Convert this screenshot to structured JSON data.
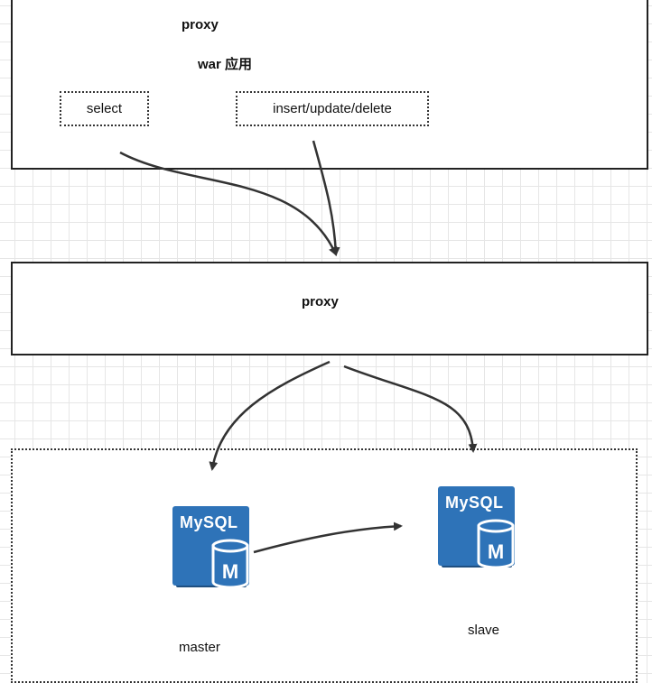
{
  "top_box": {
    "title": "proxy",
    "subtitle": "war 应用",
    "select_label": "select",
    "write_label": "insert/update/delete"
  },
  "middle_box": {
    "title": "proxy"
  },
  "databases": {
    "master": {
      "logo_text": "MySQL",
      "badge": "M",
      "label": "master"
    },
    "slave": {
      "logo_text": "MySQL",
      "badge": "M",
      "label": "slave"
    }
  },
  "colors": {
    "mysql_blue": "#2e73b8",
    "line": "#333333"
  }
}
